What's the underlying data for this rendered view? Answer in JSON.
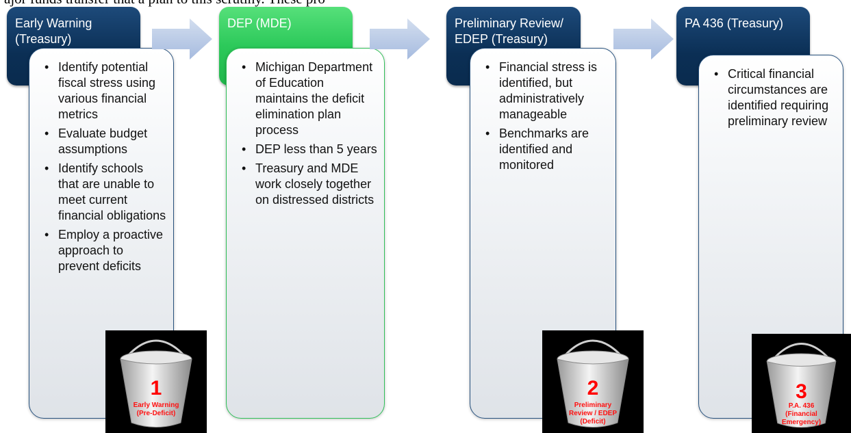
{
  "caption": "ajor funds transfer that a plan to this scrutiny. These pro",
  "colors": {
    "navy": "#0b2f55",
    "green": "#2cc95a",
    "arrow": "#b7c8e6",
    "bucket_number": "#ff0000"
  },
  "stages": [
    {
      "title": "Early Warning (Treasury)",
      "bullets": [
        "Identify potential fiscal stress using various financial metrics",
        "Evaluate budget assumptions",
        "Identify schools that are unable to meet current financial obligations",
        "Employ a proactive approach to prevent deficits"
      ],
      "bucket": {
        "number": "1",
        "label_line1": "Early Warning",
        "label_line2": "(Pre-Deficit)",
        "label_line3": ""
      }
    },
    {
      "title": "DEP (MDE)",
      "bullets": [
        "Michigan Department of Education maintains the deficit elimination plan process",
        "DEP less than 5 years",
        "Treasury and MDE work closely together on distressed districts"
      ]
    },
    {
      "title": "Preliminary Review/ EDEP (Treasury)",
      "bullets": [
        "Financial stress is identified, but administratively manageable",
        "Benchmarks are identified and monitored"
      ],
      "bucket": {
        "number": "2",
        "label_line1": "Preliminary",
        "label_line2": "Review / EDEP",
        "label_line3": "(Deficit)"
      }
    },
    {
      "title": "PA 436 (Treasury)",
      "bullets": [
        "Critical financial circumstances are identified requiring preliminary review"
      ],
      "bucket": {
        "number": "3",
        "label_line1": "P.A. 436",
        "label_line2": "(Financial",
        "label_line3": "Emergency)"
      }
    }
  ],
  "icons": [
    "right-arrow-icon",
    "bucket-icon"
  ]
}
